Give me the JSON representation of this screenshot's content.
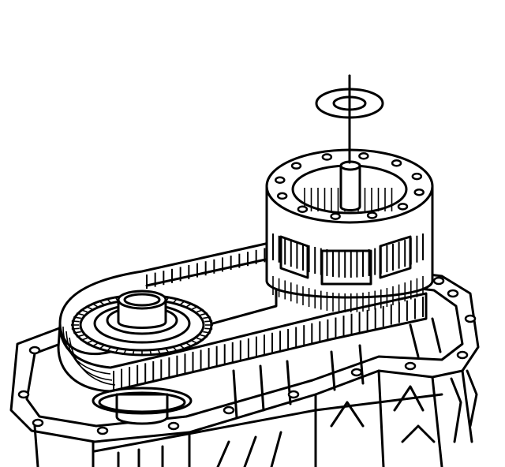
{
  "illustration": {
    "parts": [
      {
        "id": "thrust-washer",
        "icon": "washer-icon"
      },
      {
        "id": "centerline",
        "icon": "axis-line-icon"
      },
      {
        "id": "drive-sprocket",
        "icon": "sprocket-icon"
      },
      {
        "id": "driven-sprocket",
        "icon": "sprocket-icon"
      },
      {
        "id": "drive-chain",
        "icon": "chain-icon"
      },
      {
        "id": "transfer-case-housing",
        "icon": "housing-icon"
      }
    ],
    "colors": {
      "line": "#000000",
      "background": "#ffffff"
    }
  }
}
